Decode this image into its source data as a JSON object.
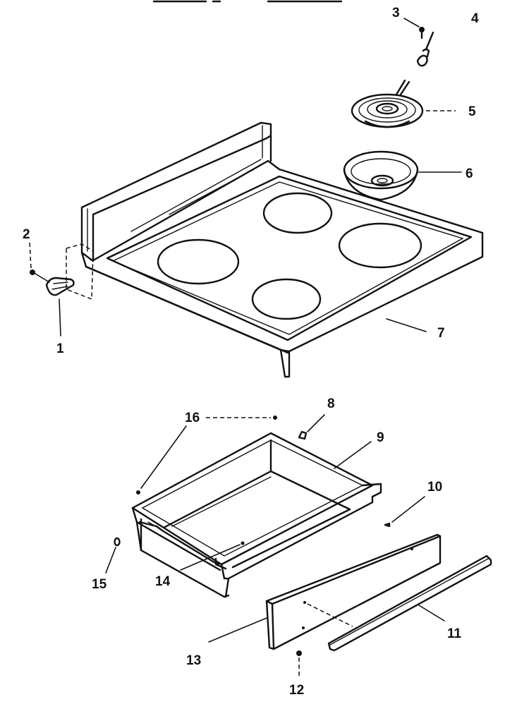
{
  "diagram": {
    "callouts": {
      "p1": "1",
      "p2": "2",
      "p3": "3",
      "p4": "4",
      "p5": "5",
      "p6": "6",
      "p7": "7",
      "p8": "8",
      "p9": "9",
      "p10": "10",
      "p11": "11",
      "p12": "12",
      "p13": "13",
      "p14": "14",
      "p15": "15",
      "p16": "16"
    },
    "colors": {
      "ink": "#111111",
      "paper": "#ffffff"
    }
  }
}
